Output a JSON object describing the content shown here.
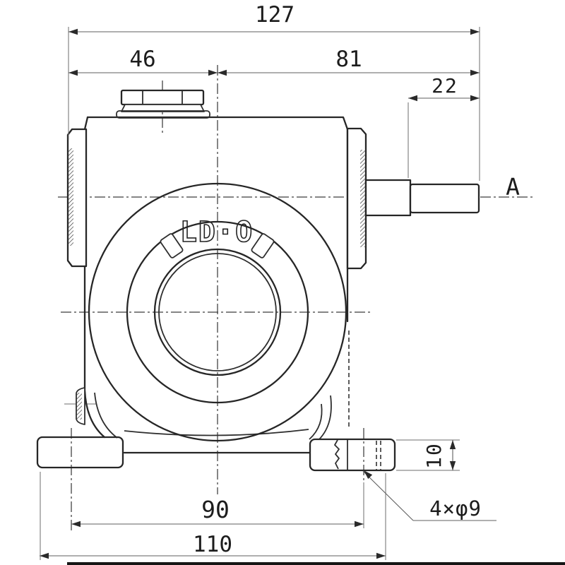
{
  "page": {
    "background": "#ffffff",
    "bottom_bar_color": "#161616"
  },
  "drawing": {
    "logo_text": "LD·O",
    "section_label": "A",
    "dims": {
      "total_width": "127",
      "center_to_left": "46",
      "center_to_right": "81",
      "shaft_extension": "22",
      "foot_hole_pitch": "90",
      "base_width": "110",
      "foot_thickness": "10",
      "mounting_holes_note": "4×φ9"
    },
    "colors": {
      "ink": "#262626",
      "dimension": "#5f5f5f",
      "centerline": "#3c3c3c"
    }
  }
}
